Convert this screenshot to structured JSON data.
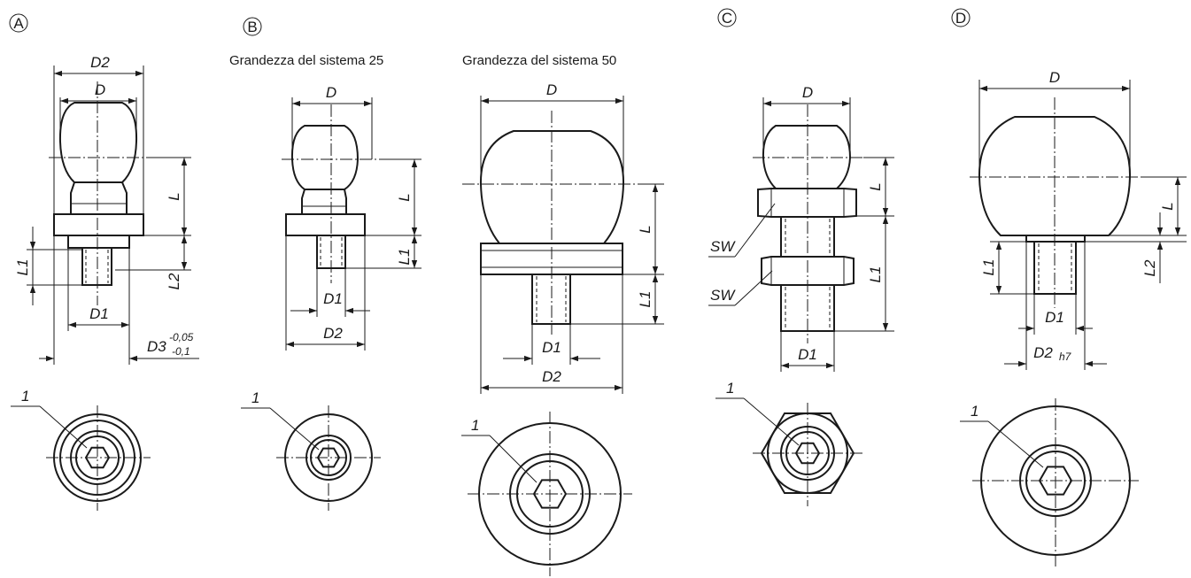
{
  "variants": [
    {
      "label": "A"
    },
    {
      "label": "B",
      "captions": [
        "Grandezza del sistema 25",
        "Grandezza del sistema 50"
      ]
    },
    {
      "label": "C"
    },
    {
      "label": "D"
    }
  ],
  "dims": {
    "D": "D",
    "D1": "D1",
    "D2": "D2",
    "D3": "D3",
    "D3_tol_upper": "-0,05",
    "D3_tol_lower": "-0,1",
    "h7": "h7",
    "L": "L",
    "L1": "L1",
    "L2": "L2",
    "SW": "SW",
    "item": "1"
  }
}
